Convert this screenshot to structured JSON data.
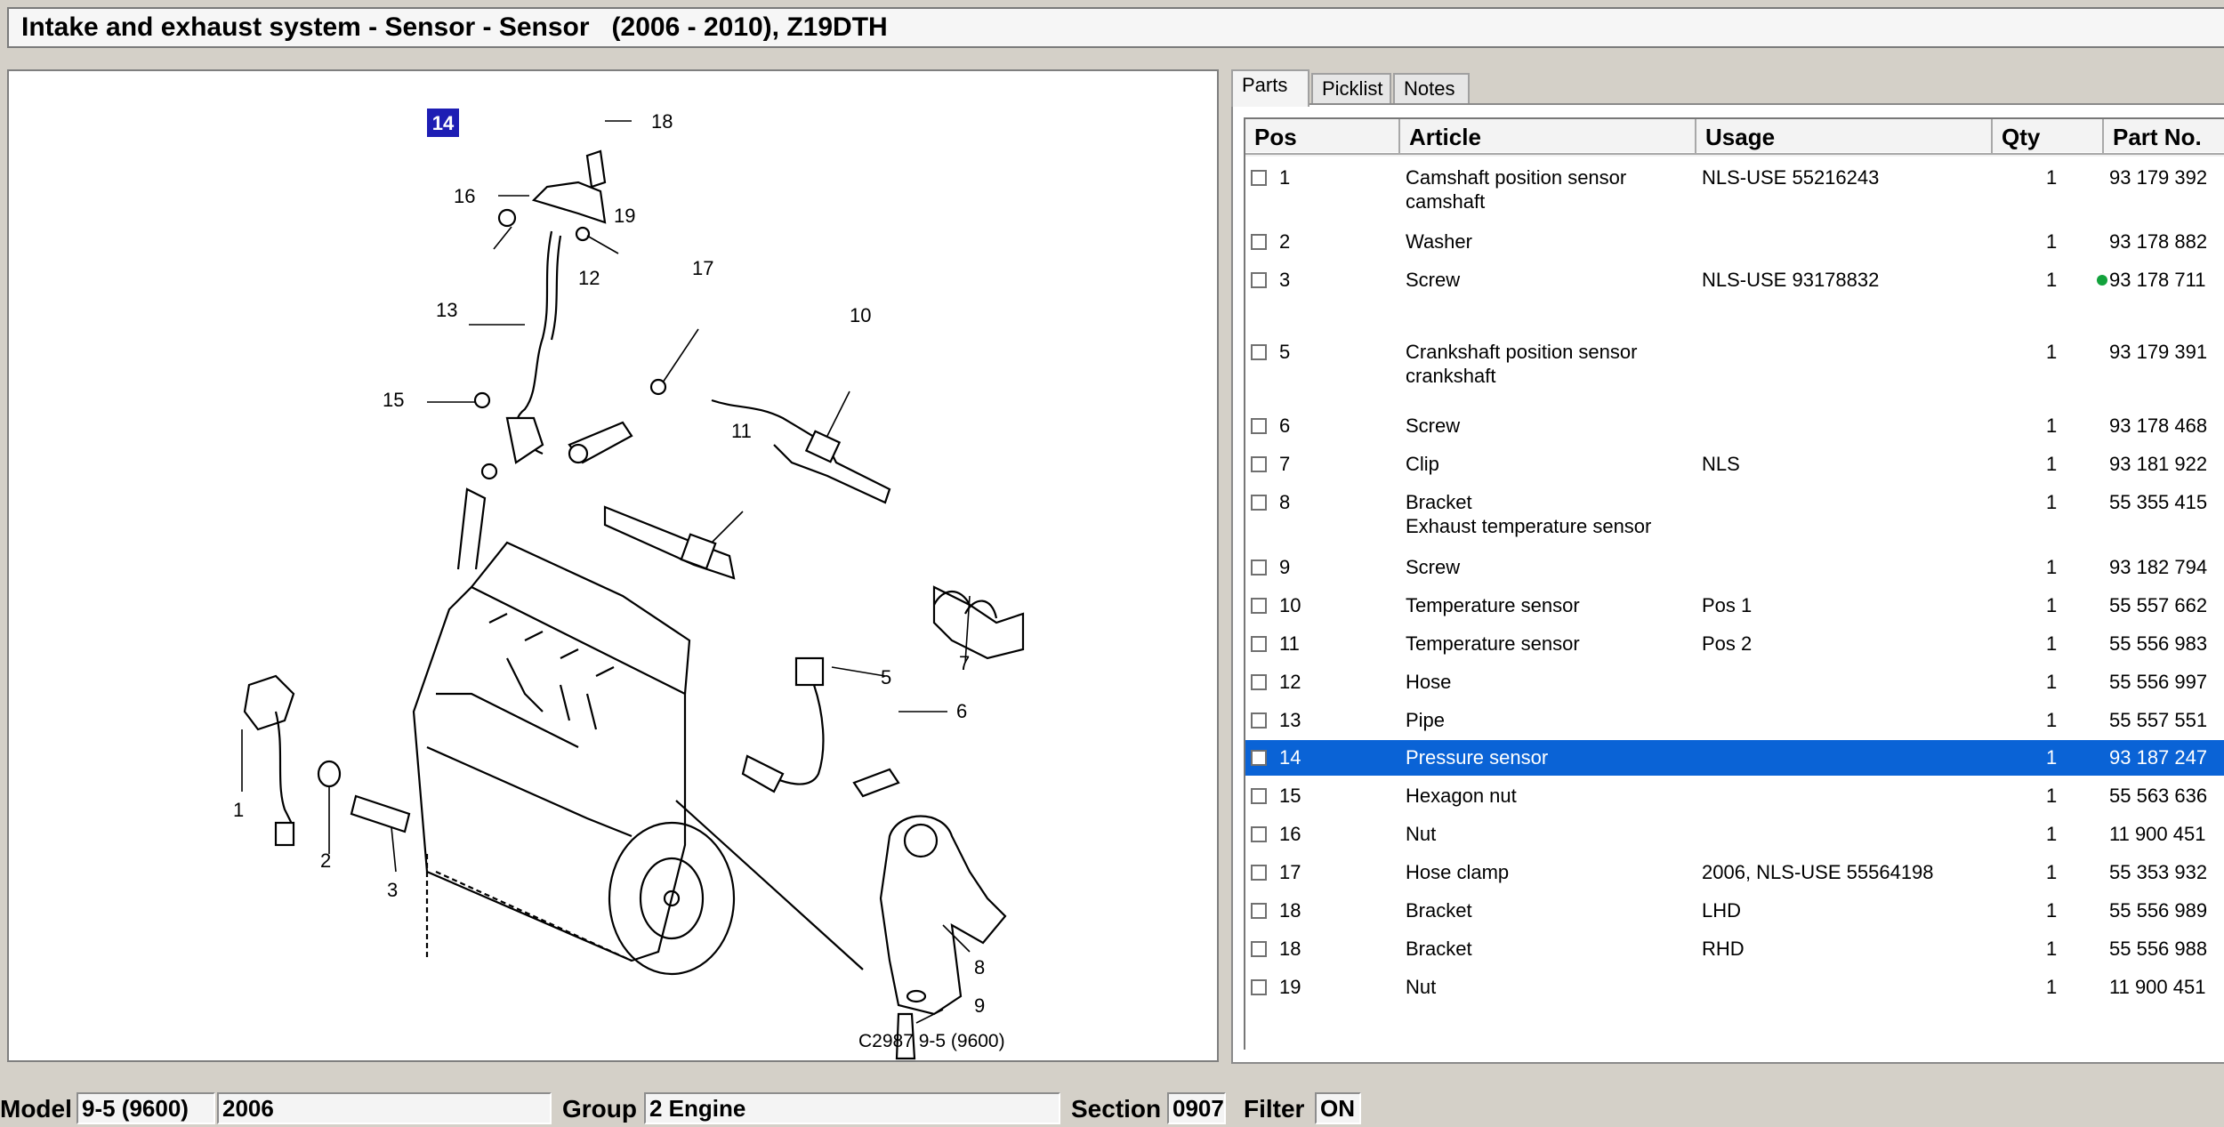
{
  "window": {
    "title": "Intake and exhaust system - Sensor - Sensor   (2006 - 2010), Z19DTH"
  },
  "tabs": [
    {
      "label": "Parts",
      "active": true
    },
    {
      "label": "Picklist",
      "active": false
    },
    {
      "label": "Notes",
      "active": false
    }
  ],
  "table": {
    "headers": {
      "pos": "Pos",
      "article": "Article",
      "usage": "Usage",
      "qty": "Qty",
      "part_no": "Part No."
    },
    "rows": [
      {
        "pos": "1",
        "article": "Camshaft position sensor\ncamshaft",
        "usage": "NLS-USE 55216243",
        "qty": "1",
        "part_no": "93 179 392"
      },
      {
        "pos": "2",
        "article": "Washer",
        "usage": "",
        "qty": "1",
        "part_no": "93 178 882"
      },
      {
        "pos": "3",
        "article": "Screw",
        "usage": "NLS-USE 93178832",
        "qty": "1",
        "part_no": "93 178 711",
        "marker": "green-dot"
      },
      {
        "pos": "5",
        "article": "Crankshaft position sensor\ncrankshaft",
        "usage": "",
        "qty": "1",
        "part_no": "93 179 391"
      },
      {
        "pos": "6",
        "article": "Screw",
        "usage": "",
        "qty": "1",
        "part_no": "93 178 468"
      },
      {
        "pos": "7",
        "article": "Clip",
        "usage": "NLS",
        "qty": "1",
        "part_no": "93 181 922"
      },
      {
        "pos": "8",
        "article": "Bracket\nExhaust temperature sensor",
        "usage": "",
        "qty": "1",
        "part_no": "55 355 415"
      },
      {
        "pos": "9",
        "article": "Screw",
        "usage": "",
        "qty": "1",
        "part_no": "93 182 794"
      },
      {
        "pos": "10",
        "article": "Temperature sensor",
        "usage": "Pos 1",
        "qty": "1",
        "part_no": "55 557 662"
      },
      {
        "pos": "11",
        "article": "Temperature sensor",
        "usage": "Pos 2",
        "qty": "1",
        "part_no": "55 556 983"
      },
      {
        "pos": "12",
        "article": "Hose",
        "usage": "",
        "qty": "1",
        "part_no": "55 556 997"
      },
      {
        "pos": "13",
        "article": "Pipe",
        "usage": "",
        "qty": "1",
        "part_no": "55 557 551"
      },
      {
        "pos": "14",
        "article": "Pressure sensor",
        "usage": "",
        "qty": "1",
        "part_no": "93 187 247",
        "selected": true
      },
      {
        "pos": "15",
        "article": "Hexagon nut",
        "usage": "",
        "qty": "1",
        "part_no": "55 563 636"
      },
      {
        "pos": "16",
        "article": "Nut",
        "usage": "",
        "qty": "1",
        "part_no": "11 900 451"
      },
      {
        "pos": "17",
        "article": "Hose clamp",
        "usage": "2006, NLS-USE 55564198",
        "qty": "1",
        "part_no": "55 353 932"
      },
      {
        "pos": "18",
        "article": "Bracket",
        "usage": "LHD",
        "qty": "1",
        "part_no": "55 556 989"
      },
      {
        "pos": "18",
        "article": "Bracket",
        "usage": "RHD",
        "qty": "1",
        "part_no": "55 556 988"
      },
      {
        "pos": "19",
        "article": "Nut",
        "usage": "",
        "qty": "1",
        "part_no": "11 900 451"
      }
    ]
  },
  "diagram": {
    "selected_callout": "14",
    "callouts": [
      "18",
      "16",
      "19",
      "17",
      "12",
      "10",
      "13",
      "15",
      "11",
      "5",
      "7",
      "6",
      "1",
      "2",
      "3",
      "8",
      "9"
    ],
    "caption": "C2987 9-5 (9600)"
  },
  "zoom_controls": {
    "zoom_in": "zoom-in-icon",
    "zoom_out": "zoom-out-icon",
    "fit": "fit-page-icon"
  },
  "statusbar": {
    "model_label": "Model",
    "model_value": "9-5 (9600)",
    "year_value": "2006",
    "group_label": "Group",
    "group_value": "2 Engine",
    "section_label": "Section",
    "section_value": "0907",
    "filter_label": "Filter",
    "filter_value": "ON"
  },
  "colors": {
    "selection": "#0a63d6",
    "green_marker": "#12a23c",
    "callout_highlight": "#1e1eb4"
  }
}
